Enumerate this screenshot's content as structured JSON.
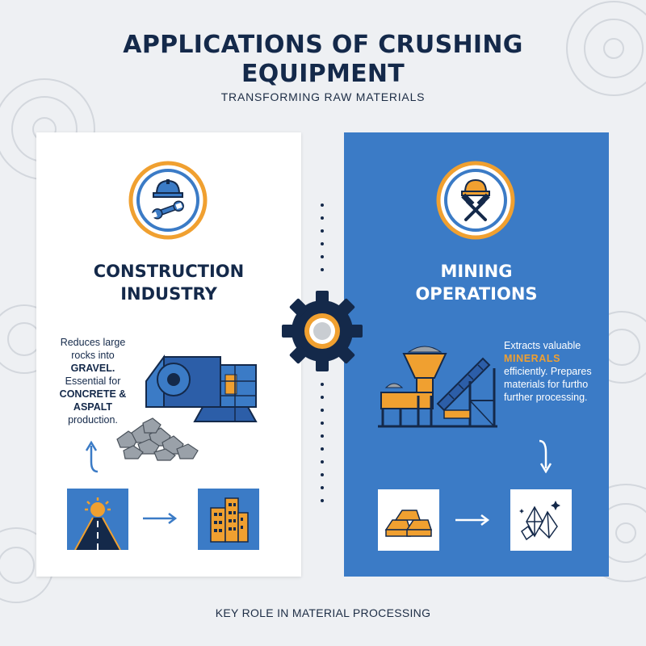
{
  "header": {
    "title_line1": "APPLICATIONS OF CRUSHING",
    "title_line2": "EQUIPMENT",
    "subtitle": "TRANSFORMING RAW MATERIALS"
  },
  "left_panel": {
    "heading_line1": "CONSTRUCTION",
    "heading_line2": "INDUSTRY",
    "desc_part1": "Reduces large rocks into",
    "desc_highlight1": "GRAVEL.",
    "desc_part2": "Essential for",
    "desc_highlight2": "CONCRETE & ASPALT",
    "desc_part3": "production.",
    "icon_badge": "hardhat-wrench-icon",
    "flow_from": "road-icon",
    "flow_to": "buildings-icon"
  },
  "right_panel": {
    "heading_line1": "MINING",
    "heading_line2": "OPERATIONS",
    "desc_part1": "Extracts valuable",
    "desc_highlight": "MINERALS",
    "desc_part2": "efficiently. Prepares materials for furtho further processing.",
    "icon_badge": "hardhat-hammers-icon",
    "flow_from": "gold-bars-icon",
    "flow_to": "crystals-icon"
  },
  "footer": {
    "text": "KEY ROLE IN MATERIAL PROCESSING"
  },
  "colors": {
    "navy": "#14294a",
    "blue": "#3b7bc6",
    "orange": "#f0a030",
    "background": "#eef0f3"
  }
}
